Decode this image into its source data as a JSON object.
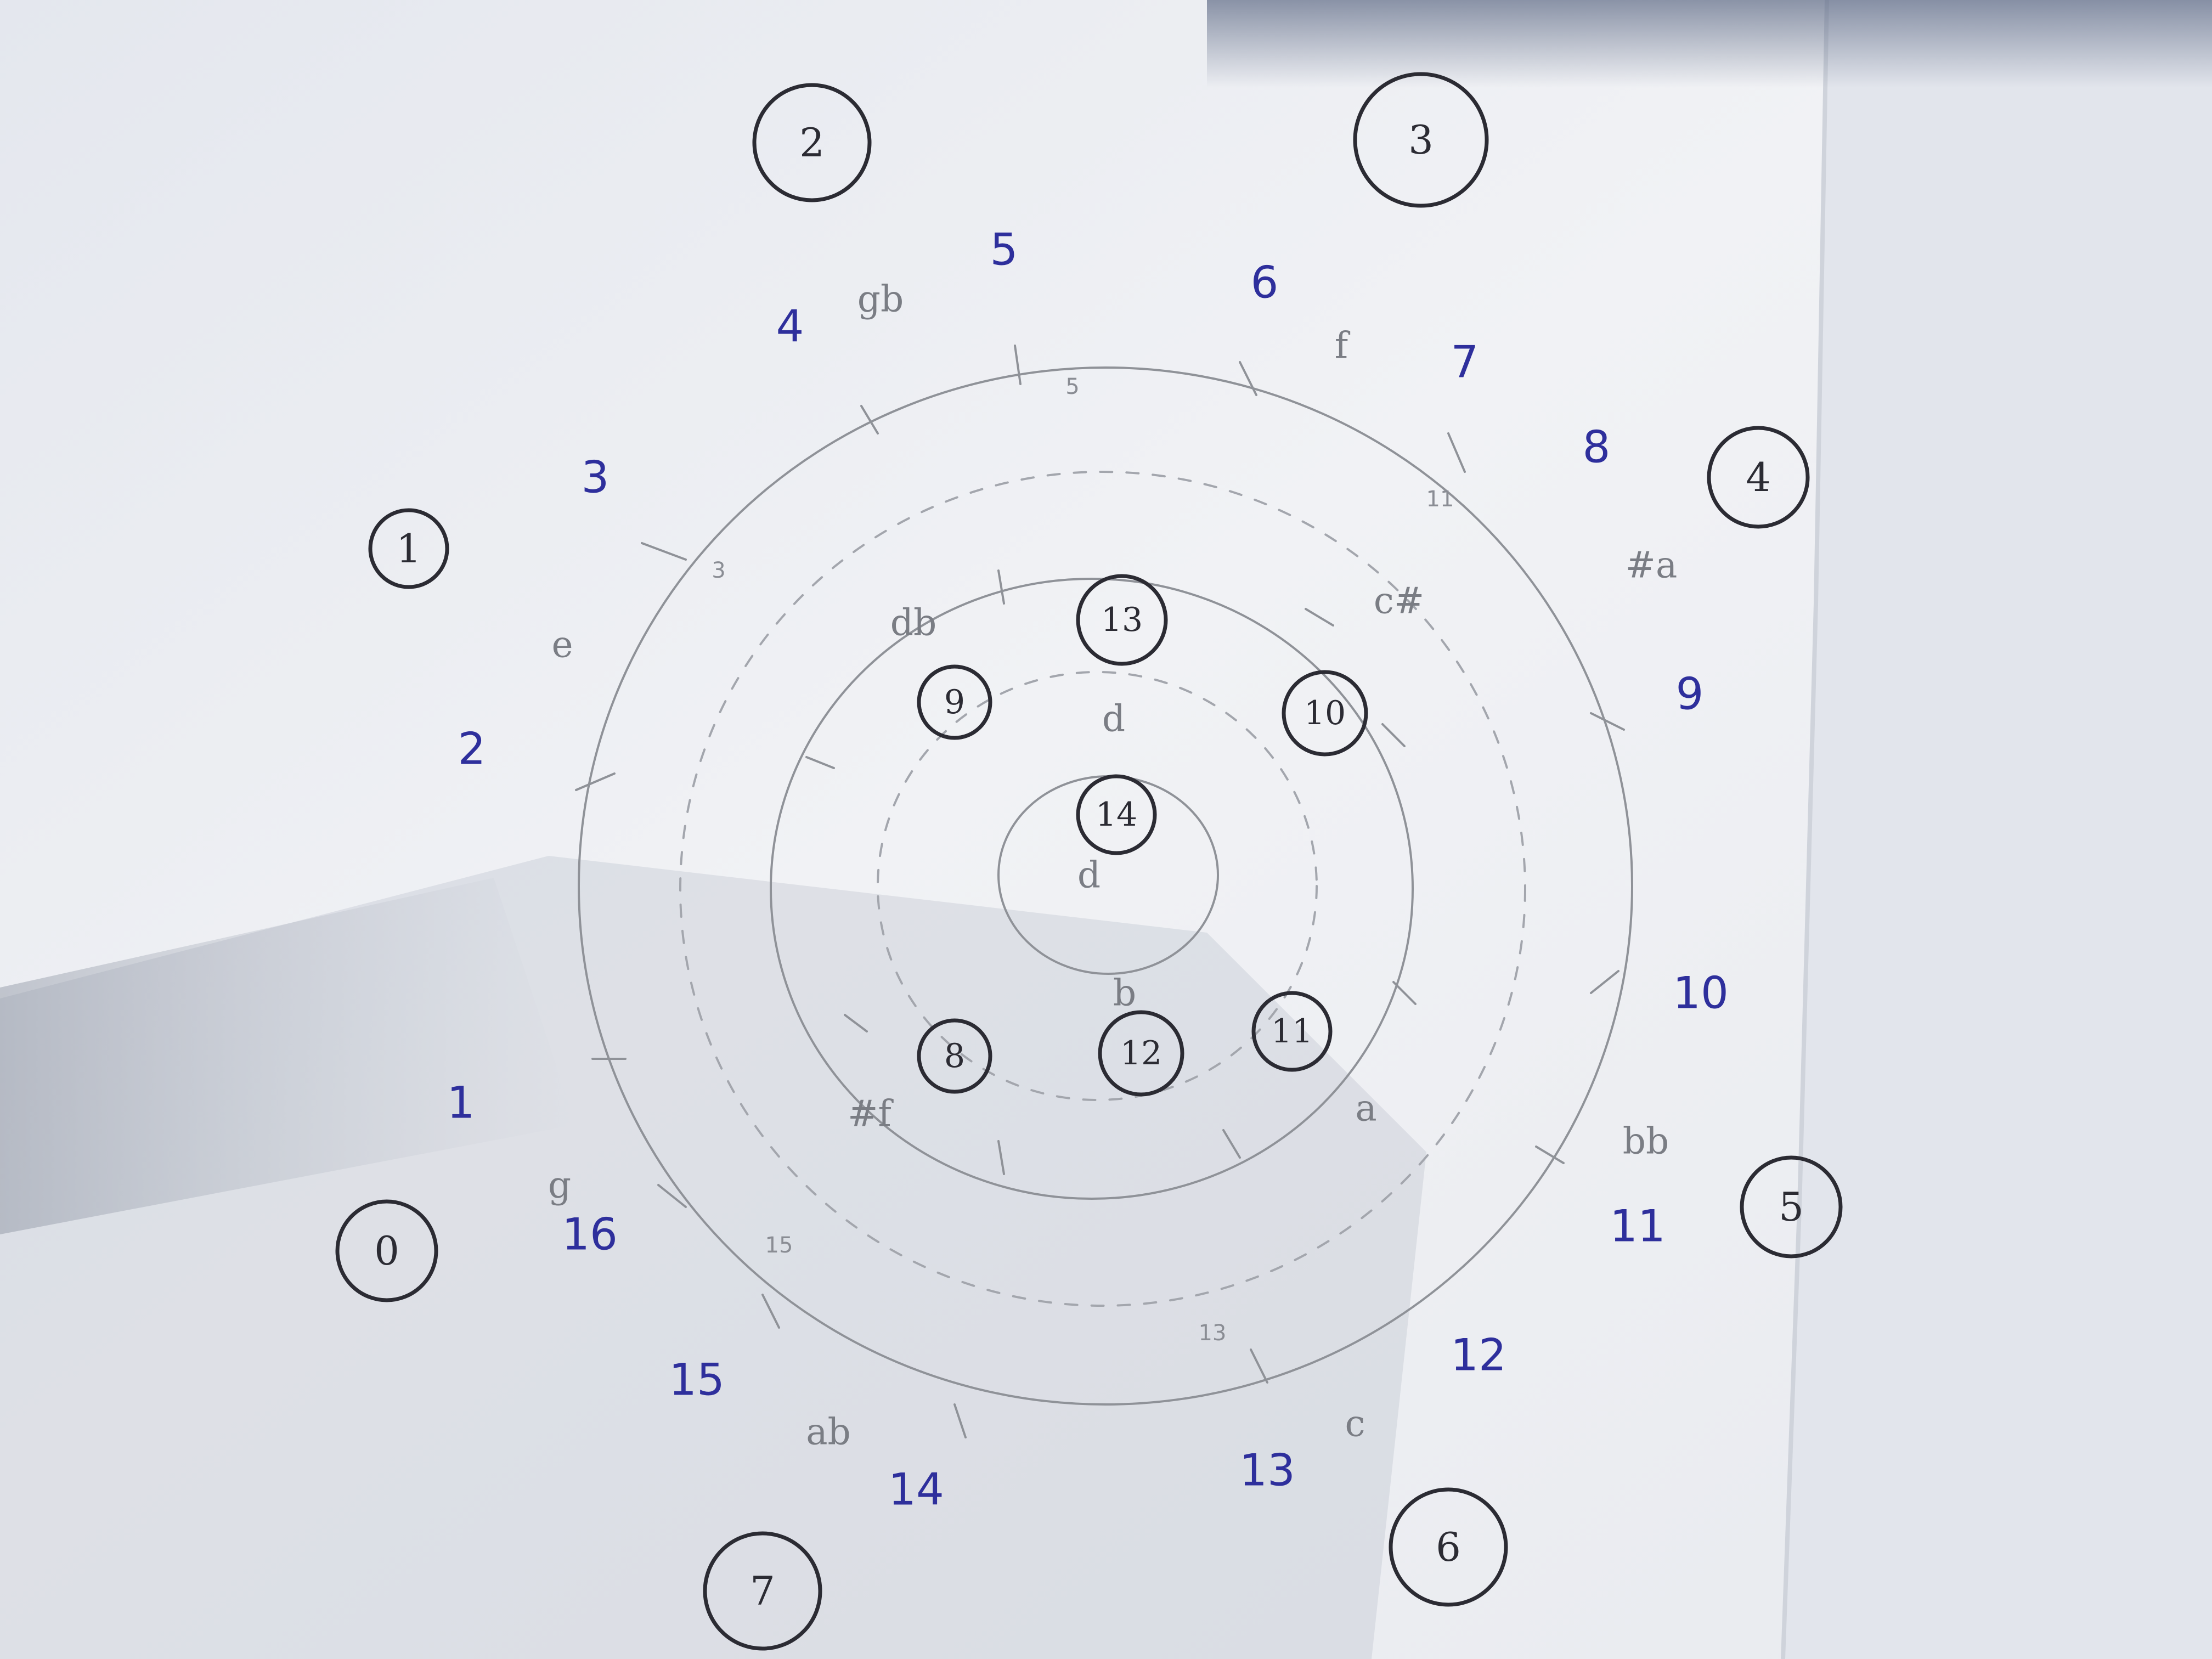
{
  "outer_circled_numbers": [
    "0",
    "1",
    "2",
    "3",
    "4",
    "5",
    "6",
    "7"
  ],
  "inner_circled_numbers": [
    "8",
    "9",
    "10",
    "11",
    "12",
    "13",
    "14"
  ],
  "blue_numbers": [
    "1",
    "2",
    "3",
    "4",
    "5",
    "6",
    "7",
    "8",
    "9",
    "10",
    "11",
    "12",
    "13",
    "14",
    "15",
    "16"
  ],
  "pencil_notes": {
    "e": "e",
    "gb": "gb",
    "f": "f",
    "asharp": "#a",
    "bb": "bb",
    "ab": "ab",
    "csharp": "c#",
    "d_top": "d",
    "d_center": "d",
    "fsharp": "#f",
    "db": "db",
    "c": "c",
    "a_bottom": "a",
    "b": "b",
    "g": "g"
  },
  "tick_labels": [
    "3",
    "5",
    "11",
    "13",
    "15"
  ],
  "colors": {
    "paper": "#eef0f4",
    "pencil": "#8f9298",
    "ink": "#2b2b33",
    "blue_pen": "#2e2f9c",
    "shadow": "#a9b0bd"
  }
}
